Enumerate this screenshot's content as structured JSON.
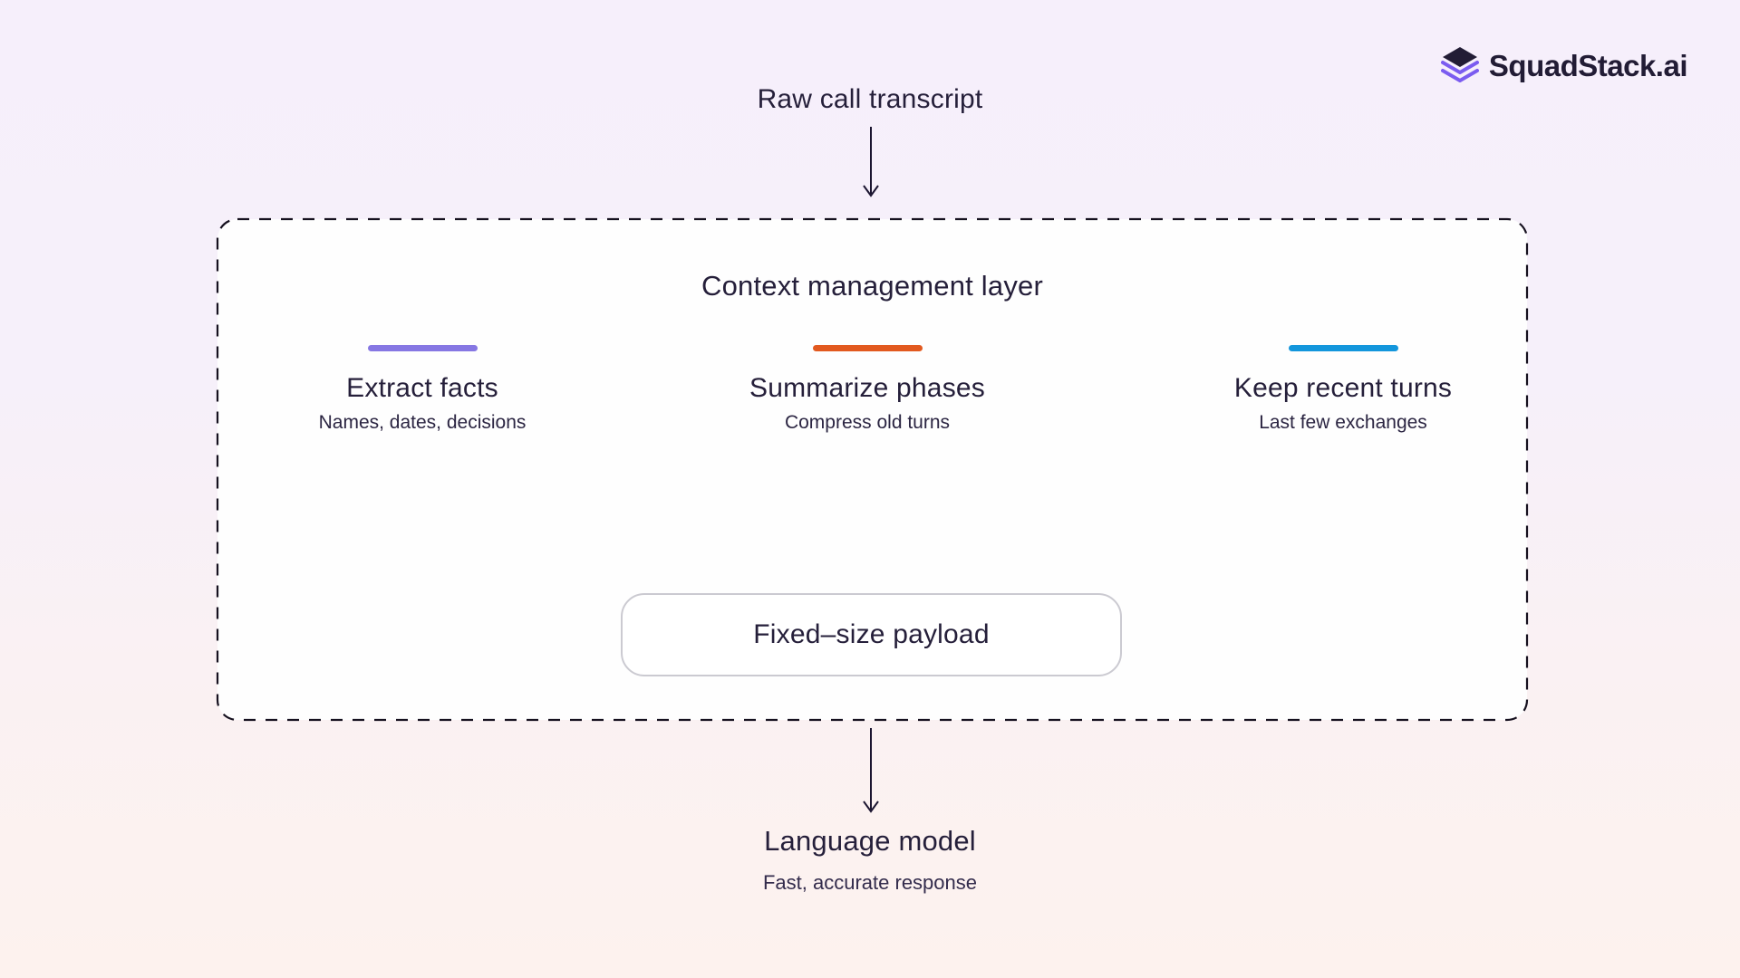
{
  "logo": {
    "icon": "stack-layers-icon",
    "text": "SquadStack.ai"
  },
  "diagram": {
    "input_label": "Raw call transcript",
    "context_layer": {
      "title": "Context management layer",
      "strategies": [
        {
          "label": "Extract facts",
          "description": "Names, dates, decisions",
          "accent_color": "#8677e3"
        },
        {
          "label": "Summarize phases",
          "description": "Compress old turns",
          "accent_color": "#e2591f"
        },
        {
          "label": "Keep recent turns",
          "description": "Last few exchanges",
          "accent_color": "#1396dc"
        }
      ],
      "payload_label": "Fixed–size payload"
    },
    "output": {
      "label": "Language model",
      "description": "Fast, accurate response"
    }
  },
  "colors": {
    "text_dark": "#251f3a",
    "background_top": "#f6effb",
    "background_bottom": "#fdf2ee",
    "dashed_border": "#16111f",
    "payload_border": "#cbcad1",
    "logo_purple": "#7b5cf0",
    "accent_purple": "#8677e3",
    "accent_orange": "#e2591f",
    "accent_blue": "#1396dc"
  }
}
